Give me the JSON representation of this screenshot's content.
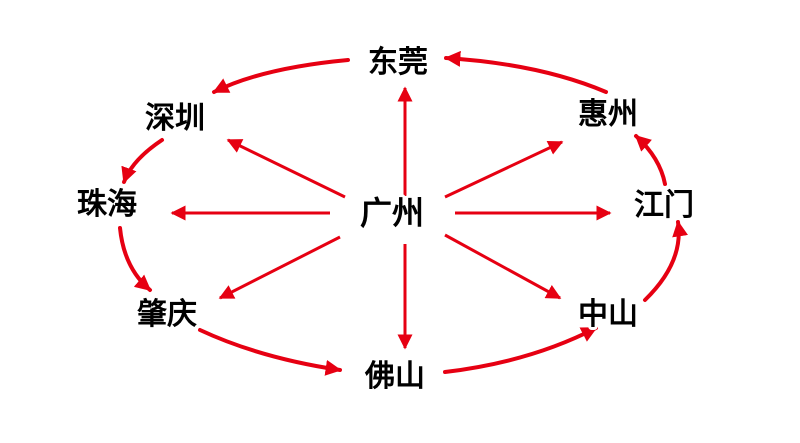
{
  "diagram": {
    "center": {
      "id": "guangzhou",
      "label": "广州"
    },
    "nodes": [
      {
        "id": "dongguan",
        "label": "东莞"
      },
      {
        "id": "huizhou",
        "label": "惠州"
      },
      {
        "id": "jiangmen",
        "label": "江门"
      },
      {
        "id": "zhongshan",
        "label": "中山"
      },
      {
        "id": "foshan",
        "label": "佛山"
      },
      {
        "id": "zhaoqing",
        "label": "肇庆"
      },
      {
        "id": "zhuhai",
        "label": "珠海"
      },
      {
        "id": "shenzhen",
        "label": "深圳"
      }
    ],
    "radial_edges": [
      {
        "from": "guangzhou",
        "to": "dongguan"
      },
      {
        "from": "guangzhou",
        "to": "huizhou"
      },
      {
        "from": "guangzhou",
        "to": "jiangmen"
      },
      {
        "from": "guangzhou",
        "to": "zhongshan"
      },
      {
        "from": "guangzhou",
        "to": "foshan"
      },
      {
        "from": "guangzhou",
        "to": "zhaoqing"
      },
      {
        "from": "guangzhou",
        "to": "zhuhai"
      },
      {
        "from": "guangzhou",
        "to": "shenzhen"
      }
    ],
    "cycle_edges": [
      {
        "from": "dongguan",
        "to": "shenzhen"
      },
      {
        "from": "shenzhen",
        "to": "zhuhai"
      },
      {
        "from": "zhuhai",
        "to": "zhaoqing"
      },
      {
        "from": "zhaoqing",
        "to": "foshan"
      },
      {
        "from": "foshan",
        "to": "zhongshan"
      },
      {
        "from": "zhongshan",
        "to": "jiangmen"
      },
      {
        "from": "jiangmen",
        "to": "huizhou"
      },
      {
        "from": "huizhou",
        "to": "dongguan"
      }
    ],
    "colors": {
      "arrow": "#e60012",
      "text": "#000000",
      "background": "#ffffff"
    }
  }
}
